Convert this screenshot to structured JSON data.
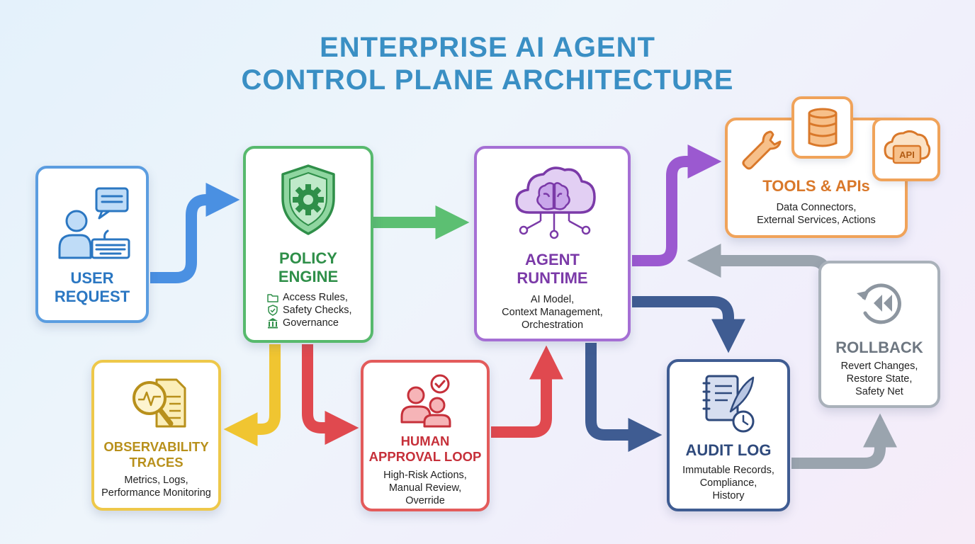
{
  "title": {
    "line1": "ENTERPRISE AI AGENT",
    "line2": "CONTROL PLANE ARCHITECTURE"
  },
  "nodes": {
    "user_request": {
      "heading": [
        "USER",
        "REQUEST"
      ]
    },
    "policy_engine": {
      "heading": [
        "POLICY",
        "ENGINE"
      ],
      "items": [
        "Access Rules,",
        "Safety Checks,",
        "Governance"
      ]
    },
    "agent_runtime": {
      "heading": [
        "AGENT",
        "RUNTIME"
      ],
      "desc": [
        "AI Model,",
        "Context Management,",
        "Orchestration"
      ]
    },
    "tools_apis": {
      "heading": "TOOLS & APIs",
      "desc": [
        "Data Connectors,",
        "External Services, Actions"
      ],
      "api_badge": "API"
    },
    "observability": {
      "heading": [
        "OBSERVABILITY",
        "TRACES"
      ],
      "desc": [
        "Metrics, Logs,",
        "Performance Monitoring"
      ]
    },
    "human_approval": {
      "heading": [
        "HUMAN",
        "APPROVAL LOOP"
      ],
      "desc": [
        "High-Risk Actions,",
        "Manual Review,",
        "Override"
      ]
    },
    "audit_log": {
      "heading": "AUDIT LOG",
      "desc": [
        "Immutable Records,",
        "Compliance,",
        "History"
      ]
    },
    "rollback": {
      "heading": "ROLLBACK",
      "desc": [
        "Revert Changes,",
        "Restore State,",
        "Safety Net"
      ]
    }
  },
  "colors": {
    "user_request": "#4a90e2",
    "policy_engine": "#57b96d",
    "agent_runtime": "#a56fd4",
    "tools_apis": "#f0a35a",
    "observability": "#eec84a",
    "human_approval": "#e35b5b",
    "audit_log": "#3f5c92",
    "rollback": "#a9b1ba"
  }
}
